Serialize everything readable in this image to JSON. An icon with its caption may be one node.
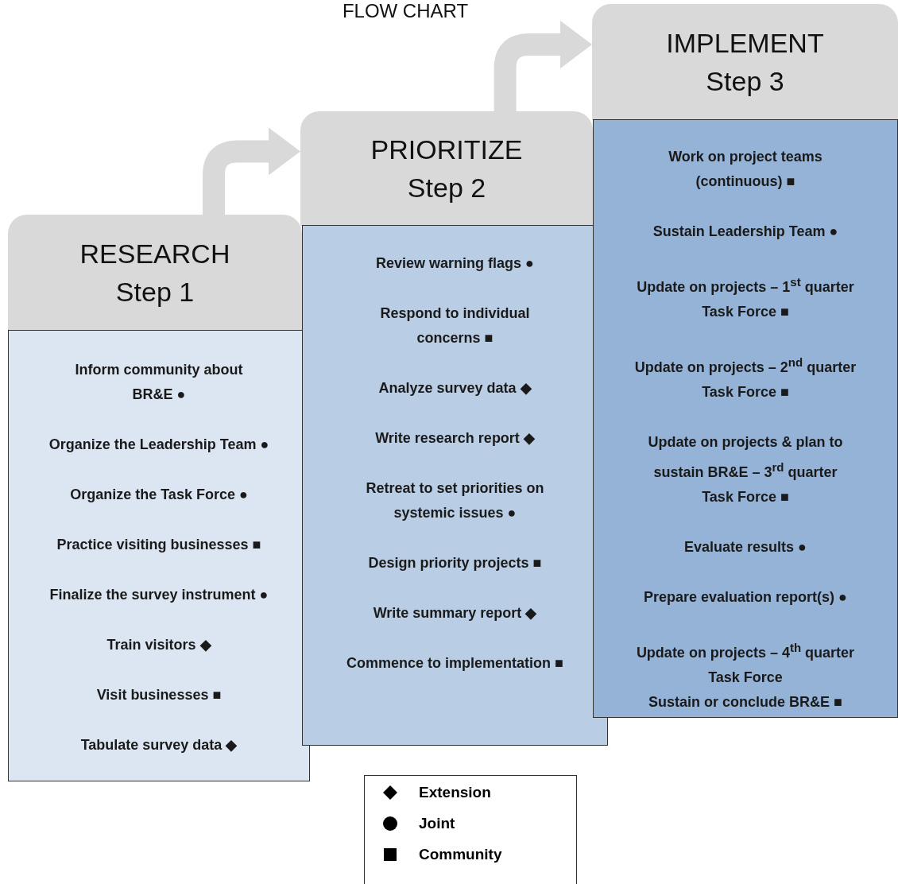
{
  "diagram": {
    "title": "FLOW CHART",
    "nodes": [
      {
        "text": [
          "RESEARCH",
          "Step 1"
        ]
      },
      {
        "text": [
          "Inform community about BR&E ●",
          "Organize the Leadership Team ●",
          "Organize the Task Force ●",
          "Practice visiting businesses ■",
          "Finalize the survey instrument ●",
          "Train visitors ◆",
          "Visit businesses ■",
          "Tabulate survey data ◆"
        ]
      },
      {
        "text": [
          "PRIORITIZE",
          "Step 2"
        ]
      },
      {
        "text": [
          "Review warning flags ●",
          "Respond to individual concerns ■",
          "Analyze survey data ◆",
          "Write research report ◆",
          "Retreat to set priorities on systemic issues ●",
          "Design priority projects ■",
          "Write summary report ◆",
          "Commence to implementation ■"
        ]
      },
      {
        "text": [
          "IMPLEMENT",
          "Step 3"
        ]
      },
      {
        "text": [
          "Work on project teams (continuous) ■",
          "Sustain Leadership Team ●",
          "Update on projects – 1$^{st}$ quarter",
          "Task Force ■",
          "Update on projects – 2$^{nd}$ quarter",
          "Task Force ■",
          "Update on projects & plan to sustain BR&E – 3$^{rd}$ quarter",
          "Task Force ■",
          "Evaluate results ●",
          "Prepare evaluation report(s) ●",
          "Update on projects – 4$^{th}$ quarter",
          "Task Force",
          "Sustain or conclude BR&E ■"
        ]
      }
    ],
    "edges": [
      {
        "from": 0,
        "to": 2,
        "arrow": "to"
      },
      {
        "from": 2,
        "to": 4,
        "arrow": "to"
      }
    ],
    "legend": [
      {
        "text": "Extension"
      },
      {
        "text": "Joint"
      },
      {
        "text": "Community"
      }
    ]
  }
}
